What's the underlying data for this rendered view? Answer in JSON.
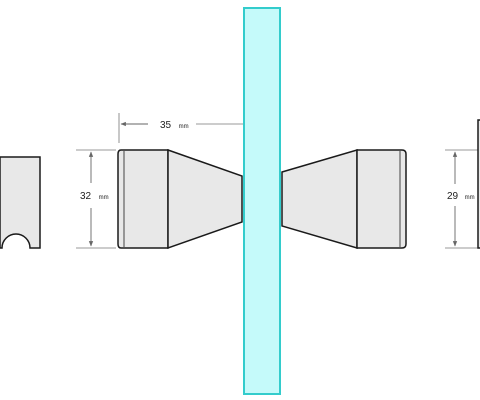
{
  "dimensions": {
    "length": {
      "value": "35",
      "unit": "mm"
    },
    "left_diameter": {
      "value": "32",
      "unit": "mm"
    },
    "right_diameter": {
      "value": "29",
      "unit": "mm"
    }
  },
  "colors": {
    "glass_fill": "#c5fafa",
    "glass_stroke": "#33cccc",
    "part_fill": "#e8e8e8",
    "part_stroke": "#1a1a1a",
    "dimension_line": "#777777"
  }
}
